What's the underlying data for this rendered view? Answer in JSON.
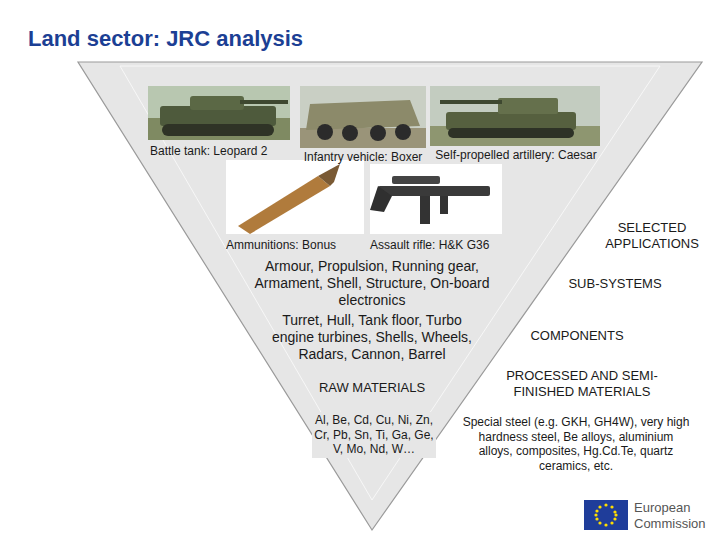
{
  "diagram": {
    "title": "Land sector: JRC analysis",
    "labels": [
      "Battle tank: Leopard 2",
      "Infantry vehicle: Boxer",
      "Self-propelled artillery: Caesar",
      "Ammunitions: Bonus",
      "Assault rifle: H&K G36",
      "SELECTED APPLICATIONS",
      "Armour, Propulsion, Running gear, Armament, Shell, Structure, On-board electronics",
      "SUB-SYSTEMS",
      "Turret, Hull, Tank floor, Turbo engine turbines, Shells, Wheels, Radars, Cannon, Barrel",
      "COMPONENTS",
      "RAW MATERIALS",
      "PROCESSED AND SEMI-FINISHED MATERIALS",
      "Al, Be, Cd, Cu, Ni, Zn, Cr, Pb, Sn, Ti, Ga, Ge, V, Mo, Nd, W…",
      "Special steel (e.g. GKH, GH4W), very high hardness steel, Be alloys, aluminium alloys, composites, Hg.Cd.Te, quartz ceramics, etc.",
      "European Commission"
    ]
  }
}
